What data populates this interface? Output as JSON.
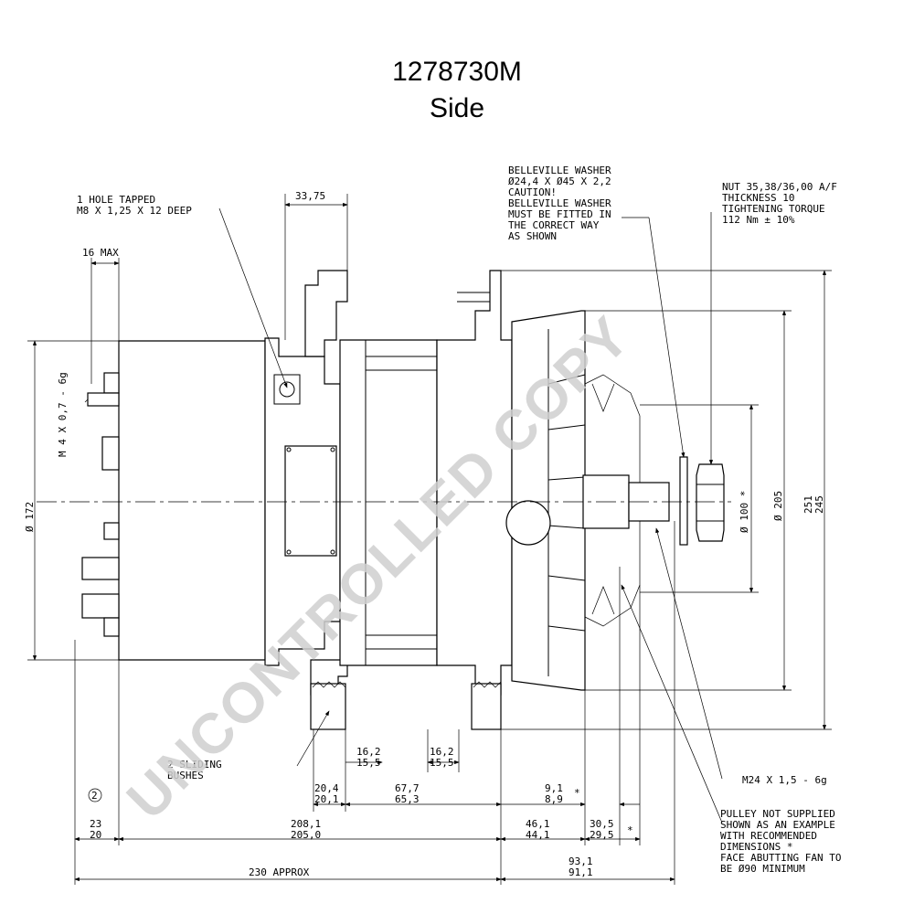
{
  "title": {
    "part_number": "1278730M",
    "view": "Side"
  },
  "watermark": "UNCONTROLLED COPY",
  "notes": {
    "hole_tapped": [
      "1 HOLE TAPPED",
      "M8 X 1,25 X 12 DEEP"
    ],
    "belleville": [
      "BELLEVILLE WASHER",
      "Ø24,4 X Ø45 X 2,2",
      "CAUTION!",
      "BELLEVILLE WASHER",
      "MUST BE FITTED IN",
      "THE CORRECT WAY",
      "AS SHOWN"
    ],
    "nut": [
      "NUT 35,38/36,00 A/F",
      "THICKNESS 10",
      "TIGHTENING TORQUE",
      "112 Nm ± 10%"
    ],
    "bushes": [
      "2 SLIDING",
      "BUSHES"
    ],
    "thread": "M24 X 1,5 - 6g",
    "pulley": [
      "PULLEY NOT SUPPLIED",
      "SHOWN AS AN EXAMPLE",
      "WITH RECOMMENDED",
      "DIMENSIONS *",
      "FACE ABUTTING FAN TO",
      "BE Ø90 MINIMUM"
    ],
    "terminal": "M 4 X 0,7 - 6g",
    "revision": "2"
  },
  "dimensions": {
    "top_width": "33,75",
    "max_16": "16 MAX",
    "dia_172": "Ø 172",
    "dia_100": "Ø 100 *",
    "dia_205": "Ø 205",
    "h_251": "251",
    "h_245": "245",
    "b162a_hi": "16,2",
    "b162a_lo": "15,5",
    "b162b_hi": "16,2",
    "b162b_lo": "15,5",
    "d204_hi": "20,4",
    "d204_lo": "20,1",
    "d677_hi": "67,7",
    "d677_lo": "65,3",
    "d91_hi": "9,1",
    "d91_lo": "8,9",
    "d91_star": "*",
    "d23_hi": "23",
    "d23_lo": "20",
    "d2081_hi": "208,1",
    "d2081_lo": "205,0",
    "d461_hi": "46,1",
    "d461_lo": "44,1",
    "d305_hi": "30,5",
    "d305_lo": "29,5",
    "d305_star": "*",
    "overall": "230 APPROX",
    "d931_hi": "93,1",
    "d931_lo": "91,1"
  }
}
